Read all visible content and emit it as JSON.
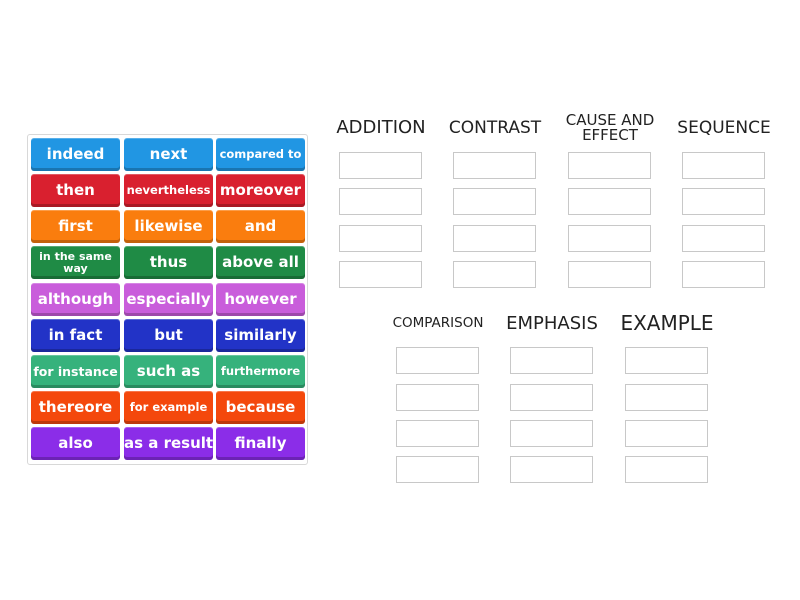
{
  "tiles": {
    "rows": [
      [
        "indeed",
        "next",
        "compared to"
      ],
      [
        "then",
        "nevertheless",
        "moreover"
      ],
      [
        "first",
        "likewise",
        "and"
      ],
      [
        "in the same way",
        "thus",
        "above all"
      ],
      [
        "although",
        "especially",
        "however"
      ],
      [
        "in fact",
        "but",
        "similarly"
      ],
      [
        "for instance",
        "such as",
        "furthermore"
      ],
      [
        "thereore",
        "for example",
        "because"
      ],
      [
        "also",
        "as a result",
        "finally"
      ]
    ],
    "row_colors": [
      "#2196e3",
      "#d9202f",
      "#fa7d0e",
      "#1f8b45",
      "#c95ddb",
      "#2233c7",
      "#36b27c",
      "#f4480c",
      "#8b2de8"
    ]
  },
  "categories": {
    "top": [
      "ADDITION",
      "CONTRAST",
      "CAUSE AND EFFECT",
      "SEQUENCE"
    ],
    "bottom": [
      "COMPARISON",
      "EMPHASIS",
      "EXAMPLE"
    ]
  },
  "slots_per_category": 4
}
